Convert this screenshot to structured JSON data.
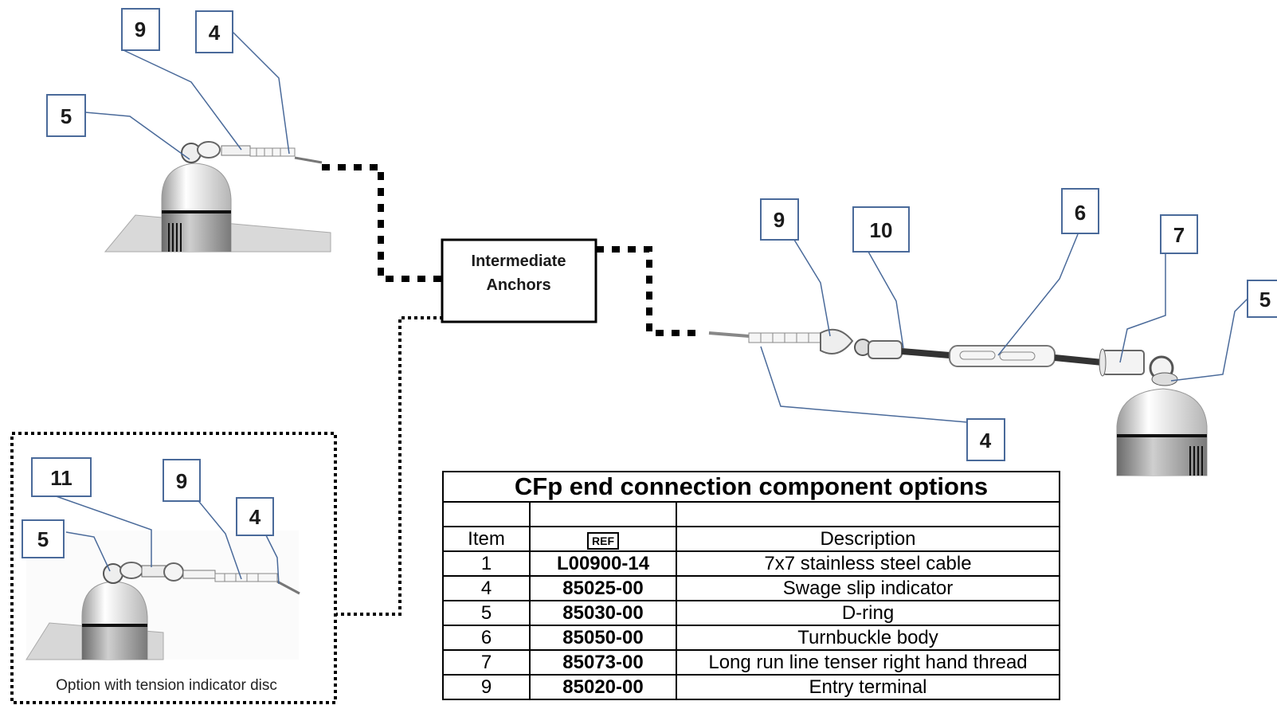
{
  "callouts": {
    "top_left": [
      "9",
      "4",
      "5"
    ],
    "right": [
      "9",
      "10",
      "6",
      "7",
      "5",
      "4"
    ],
    "option": [
      "11",
      "9",
      "4",
      "5"
    ]
  },
  "intermediate_anchors": {
    "line1": "Intermediate",
    "line2": "Anchors"
  },
  "option_caption": "Option with tension indicator disc",
  "table": {
    "title": "CFp end connection component options",
    "headers": {
      "item": "Item",
      "ref": "REF",
      "description": "Description"
    },
    "rows": [
      {
        "item": "1",
        "ref": "L00900-14",
        "description": "7x7 stainless steel cable"
      },
      {
        "item": "4",
        "ref": "85025-00",
        "description": "Swage slip indicator"
      },
      {
        "item": "5",
        "ref": "85030-00",
        "description": "D-ring"
      },
      {
        "item": "6",
        "ref": "85050-00",
        "description": "Turnbuckle body"
      },
      {
        "item": "7",
        "ref": "85073-00",
        "description": "Long run line tenser right hand thread"
      },
      {
        "item": "9",
        "ref": "85020-00",
        "description": "Entry terminal"
      }
    ]
  }
}
